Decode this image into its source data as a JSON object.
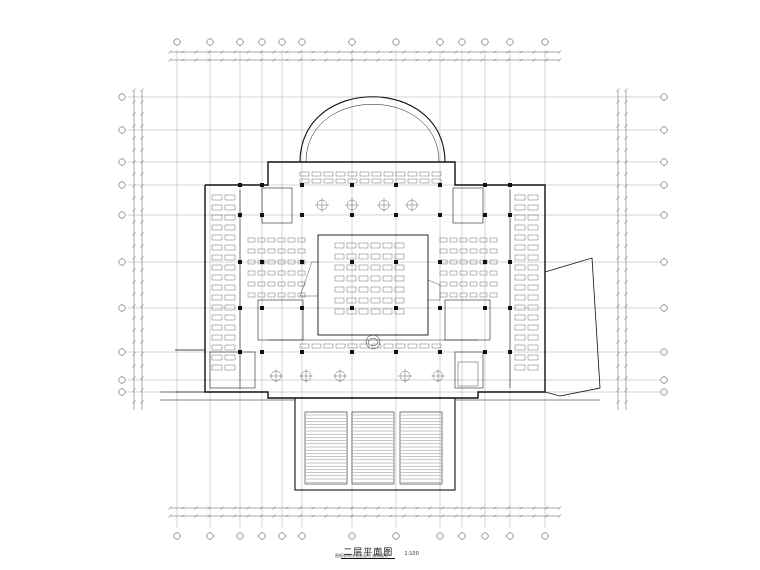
{
  "drawing": {
    "title": "二层平面图",
    "scale": "1:100",
    "note": "图纸说明详见总说明    建筑面积：",
    "line_color": "#1a1a1a",
    "accent_color": "#3a3a3a"
  }
}
